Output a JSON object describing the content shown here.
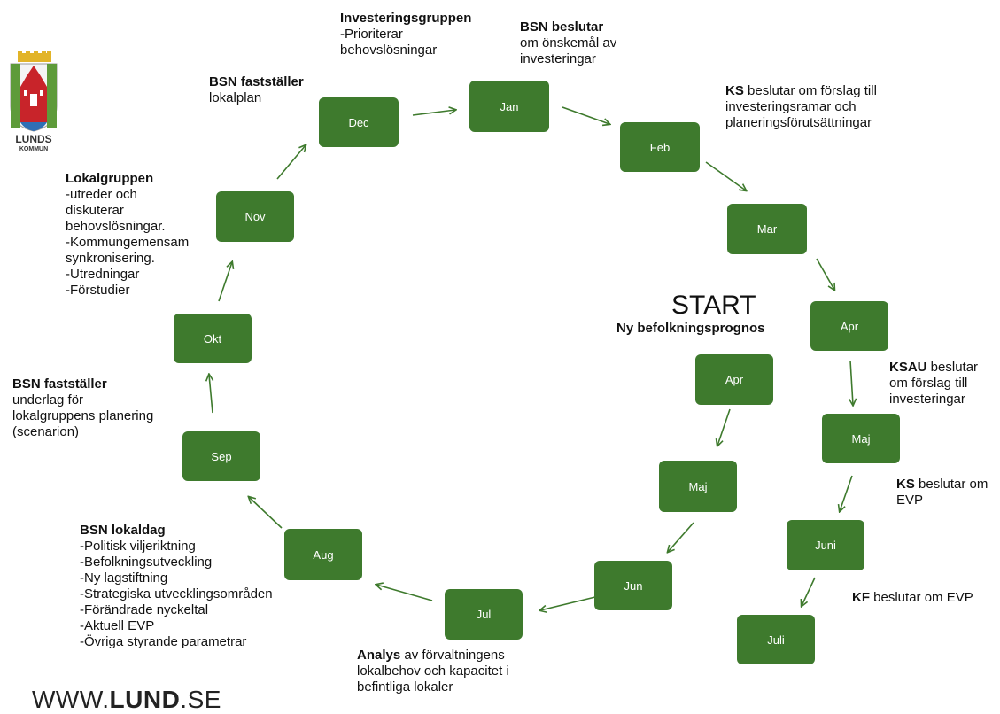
{
  "logo": {
    "line1": "LUNDS",
    "line2": "KOMMUN"
  },
  "footer": {
    "prefix": "WWW.",
    "brand": "LUND",
    "suffix": ".SE"
  },
  "start": {
    "title": "START",
    "subtitle": "Ny befolkningsprognos"
  },
  "boxes": {
    "dec": "Dec",
    "jan": "Jan",
    "feb": "Feb",
    "mar": "Mar",
    "apr_outer": "Apr",
    "maj_outer": "Maj",
    "juni": "Juni",
    "juli": "Juli",
    "apr_inner": "Apr",
    "maj_inner": "Maj",
    "jun": "Jun",
    "jul": "Jul",
    "aug": "Aug",
    "sep": "Sep",
    "okt": "Okt",
    "nov": "Nov"
  },
  "notes": {
    "investeringsgruppen": {
      "bold": "Investeringsgruppen",
      "lines": [
        "-Prioriterar",
        "behovslösningar"
      ]
    },
    "bsn_beslutar": {
      "bold": "BSN beslutar",
      "lines": [
        "om önskemål av",
        "investeringar"
      ]
    },
    "bsn_faststaller_lokalplan": {
      "bold": "BSN fastställer",
      "lines": [
        "lokalplan"
      ]
    },
    "ks_beslutar_ramar": {
      "bold": "KS",
      "rest": " beslutar om förslag till",
      "lines": [
        "investeringsramar och",
        "planeringsförutsättningar"
      ]
    },
    "lokalgruppen": {
      "bold": "Lokalgruppen",
      "lines": [
        "-utreder och",
        "diskuterar",
        "behovslösningar.",
        "-Kommungemensam",
        "synkronisering.",
        "-Utredningar",
        "-Förstudier"
      ]
    },
    "bsn_faststaller_underlag": {
      "bold": "BSN fastställer",
      "lines": [
        "underlag för",
        "lokalgruppens planering",
        "(scenarion)"
      ]
    },
    "ksau": {
      "bold": "KSAU",
      "rest": " beslutar",
      "lines": [
        "om förslag till",
        "investeringar"
      ]
    },
    "ks_beslutar_evp": {
      "bold": "KS",
      "rest": " beslutar om",
      "lines": [
        "EVP"
      ]
    },
    "kf_beslutar": {
      "bold": "KF",
      "rest": " beslutar om EVP",
      "lines": []
    },
    "bsn_lokaldag": {
      "bold": "BSN lokaldag",
      "lines": [
        "-Politisk viljeriktning",
        "-Befolkningsutveckling",
        "-Ny lagstiftning",
        "-Strategiska utvecklingsområden",
        "-Förändrade nyckeltal",
        "-Aktuell EVP",
        "-Övriga styrande parametrar"
      ]
    },
    "analys": {
      "bold": "Analys",
      "rest": " av förvaltningens",
      "lines": [
        "lokalbehov och kapacitet i",
        "befintliga lokaler"
      ]
    }
  }
}
